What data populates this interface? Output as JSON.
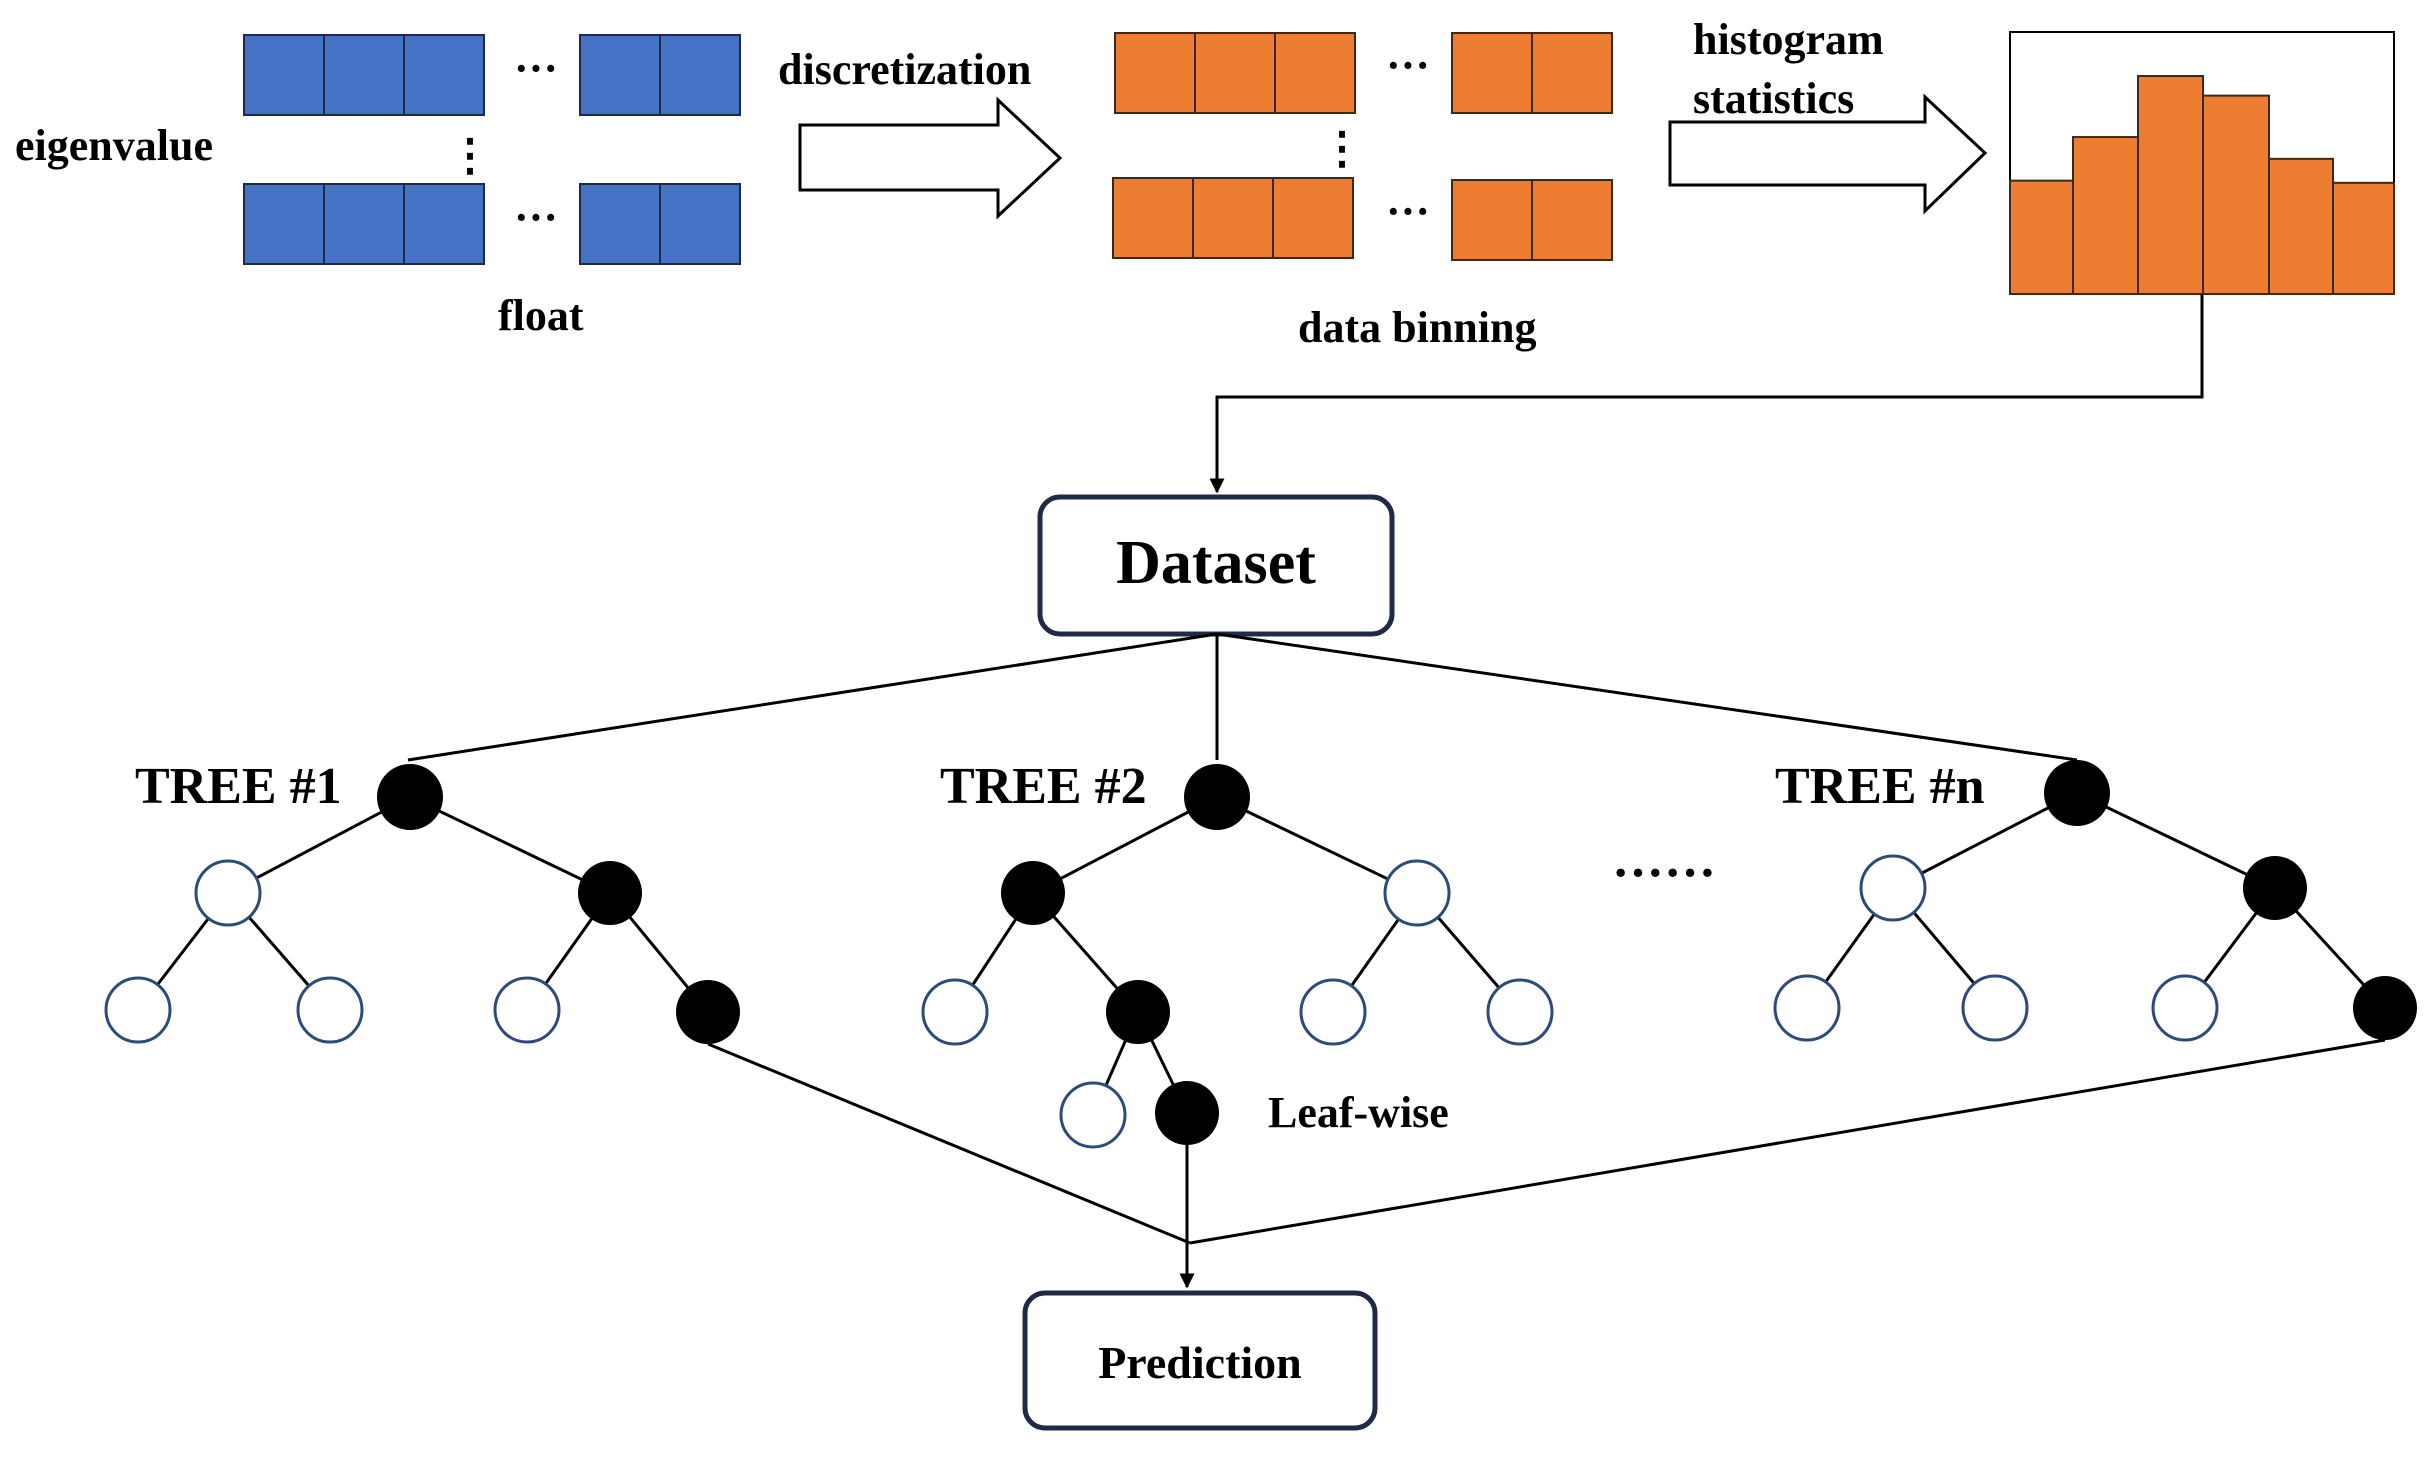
{
  "colors": {
    "float_cell": "#4472C4",
    "bin_cell": "#ED7D31",
    "histogram_bar": "#ED7D31",
    "node_filled": "#000000",
    "node_empty": "#FFFFFF",
    "box_border": "#1F2A44"
  },
  "labels": {
    "eigenvalue": "eigenvalue",
    "float": "float",
    "discretization": "discretization",
    "data_binning": "data binning",
    "histogram_line1": "histogram",
    "histogram_line2": "statistics",
    "ellipsis_h": "···",
    "ellipsis_v": "⋮",
    "trees_ellipsis": "······",
    "leaf_wise": "Leaf-wise"
  },
  "histogram": {
    "relative_heights": [
      0.52,
      0.72,
      1.0,
      0.91,
      0.62,
      0.51
    ]
  },
  "dataset": {
    "label": "Dataset"
  },
  "prediction": {
    "label": "Prediction"
  },
  "trees": [
    {
      "label": "TREE #1"
    },
    {
      "label": "TREE #2"
    },
    {
      "label": "TREE #n"
    }
  ]
}
